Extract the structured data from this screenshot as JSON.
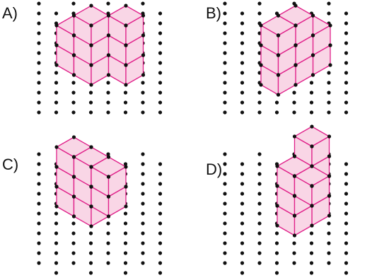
{
  "colors": {
    "dot": "#111111",
    "cube_fill": "#f9d6e6",
    "cube_edge": "#e0218a",
    "label": "#111111"
  },
  "panels": [
    {
      "label": "A)",
      "cubes": [
        [
          0,
          1,
          0
        ],
        [
          1,
          1,
          0
        ],
        [
          1,
          2,
          0
        ],
        [
          0,
          0,
          0
        ],
        [
          1,
          0,
          0
        ],
        [
          2,
          1,
          1
        ],
        [
          2,
          0,
          1
        ],
        [
          2,
          2,
          1
        ]
      ]
    },
    {
      "label": "B)",
      "cubes": [
        [
          0,
          0,
          0
        ],
        [
          0,
          1,
          0
        ],
        [
          0,
          2,
          0
        ],
        [
          0,
          0,
          1
        ],
        [
          0,
          1,
          1
        ],
        [
          0,
          2,
          1
        ],
        [
          0,
          0,
          2
        ],
        [
          0,
          1,
          2
        ]
      ]
    },
    {
      "label": "C)",
      "cubes": [
        [
          0,
          0,
          0
        ],
        [
          1,
          0,
          0
        ],
        [
          1,
          1,
          0
        ],
        [
          2,
          1,
          0
        ],
        [
          2,
          2,
          0
        ],
        [
          0,
          1,
          0
        ],
        [
          0,
          2,
          0
        ],
        [
          1,
          2,
          0
        ]
      ]
    },
    {
      "label": "D)",
      "cubes": [
        [
          0,
          0,
          0
        ],
        [
          0,
          1,
          0
        ],
        [
          0,
          2,
          0
        ],
        [
          0,
          0,
          1
        ],
        [
          0,
          1,
          1
        ],
        [
          0,
          2,
          1
        ],
        [
          0,
          3,
          1
        ],
        [
          1,
          2,
          0
        ]
      ]
    }
  ]
}
